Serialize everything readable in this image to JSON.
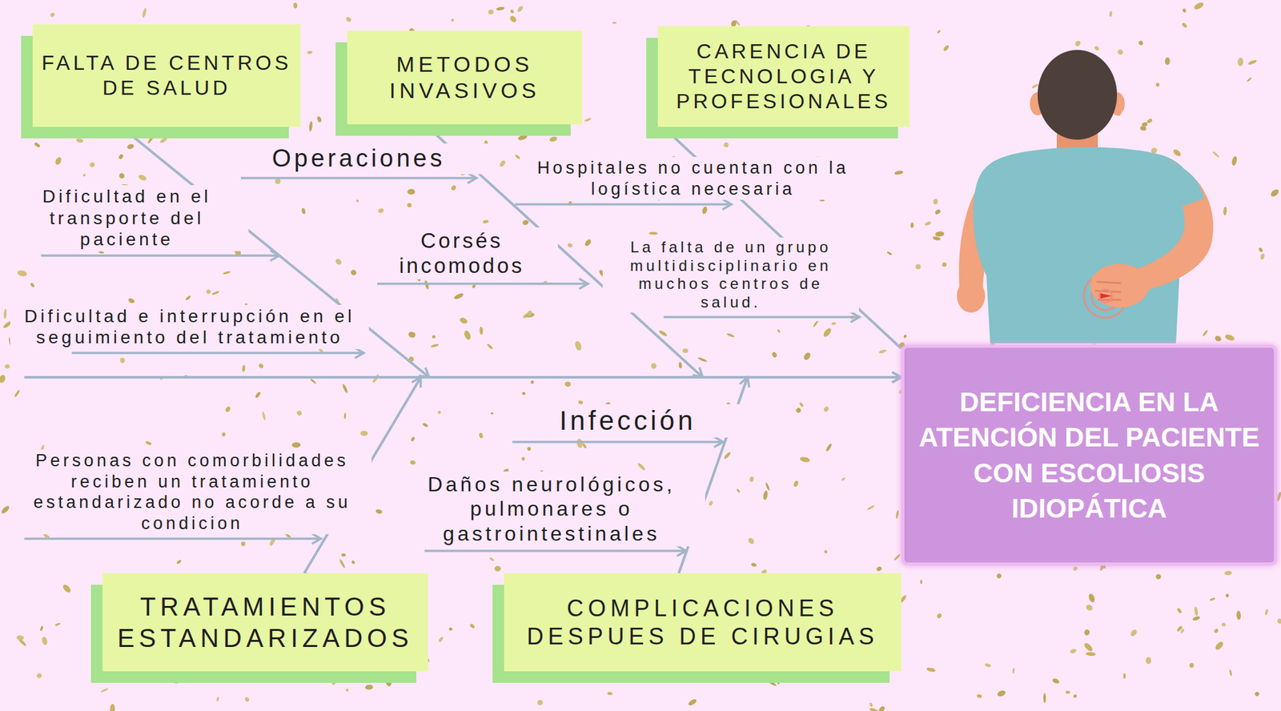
{
  "diagram": {
    "nodes": [
      {
        "text": [
          "FALTA DE CENTROS DE SALUD"
        ]
      },
      {
        "text": [
          "METODOS INVASIVOS"
        ]
      },
      {
        "text": [
          "CARENCIA DE TECNOLOGIA Y PROFESIONALES"
        ]
      },
      {
        "text": [
          "DEFICIENCIA EN LA ATENCIÓN DEL PACIENTE CON ESCOLIOSIS IDIOPÁTICA"
        ]
      },
      {
        "text": [
          "TRATAMIENTOS ESTANDARIZADOS"
        ]
      },
      {
        "text": [
          "COMPLICACIONES DESPUES DE CIRUGIAS"
        ]
      }
    ],
    "edges": [
      {
        "from": 0,
        "to": 3,
        "arrow": "to"
      },
      {
        "from": 1,
        "to": 3,
        "arrow": "to"
      },
      {
        "from": 2,
        "to": 3,
        "arrow": "none"
      },
      {
        "from": 4,
        "to": 3,
        "arrow": "to"
      },
      {
        "from": 5,
        "to": 3,
        "arrow": "to"
      }
    ],
    "labels": [
      "Operaciones",
      "Hospitales no cuentan con la logística necesaria",
      "Dificultad en el transporte del paciente",
      "Corsés incomodos",
      "La falta de un grupo multidisciplinario en muchos centros de salud.",
      "Dificultad e interrupción en el seguimiento del tratamiento",
      "Infección",
      "Personas con comorbilidades reciben un tratamiento estandarizado no acorde a su condicion",
      "Daños neurológicos, pulmonares o gastrointestinales"
    ]
  }
}
